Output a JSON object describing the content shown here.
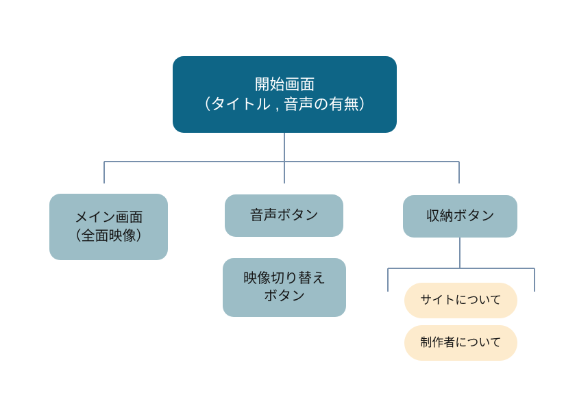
{
  "diagram": {
    "type": "tree-flowchart",
    "title_text": "",
    "background_color": "#ffffff",
    "connector_color": "#7890ac",
    "palette": {
      "root_fill": "#0e6586",
      "root_text": "#ffffff",
      "branch_fill": "#9cbdc6",
      "branch_text": "#161616",
      "leaf_fill": "#fdebcd",
      "leaf_text": "#161616"
    },
    "nodes": {
      "root": {
        "label": "開始画面\n（タイトル , 音声の有無）",
        "level": 0
      },
      "main_screen": {
        "label": "メイン画面\n（全面映像）",
        "level": 1
      },
      "audio_button": {
        "label": "音声ボタン",
        "level": 1
      },
      "video_switch_button": {
        "label": "映像切り替え\nボタン",
        "level": 2
      },
      "storage_button": {
        "label": "収納ボタン",
        "level": 1
      },
      "about_site": {
        "label": "サイトについて",
        "level": 2
      },
      "about_author": {
        "label": "制作者について",
        "level": 2
      }
    },
    "edges": [
      {
        "from": "root",
        "to": "main_screen"
      },
      {
        "from": "root",
        "to": "audio_button"
      },
      {
        "from": "root",
        "to": "storage_button"
      },
      {
        "from": "storage_button",
        "to": "about_site"
      },
      {
        "from": "storage_button",
        "to": "about_author"
      }
    ]
  }
}
